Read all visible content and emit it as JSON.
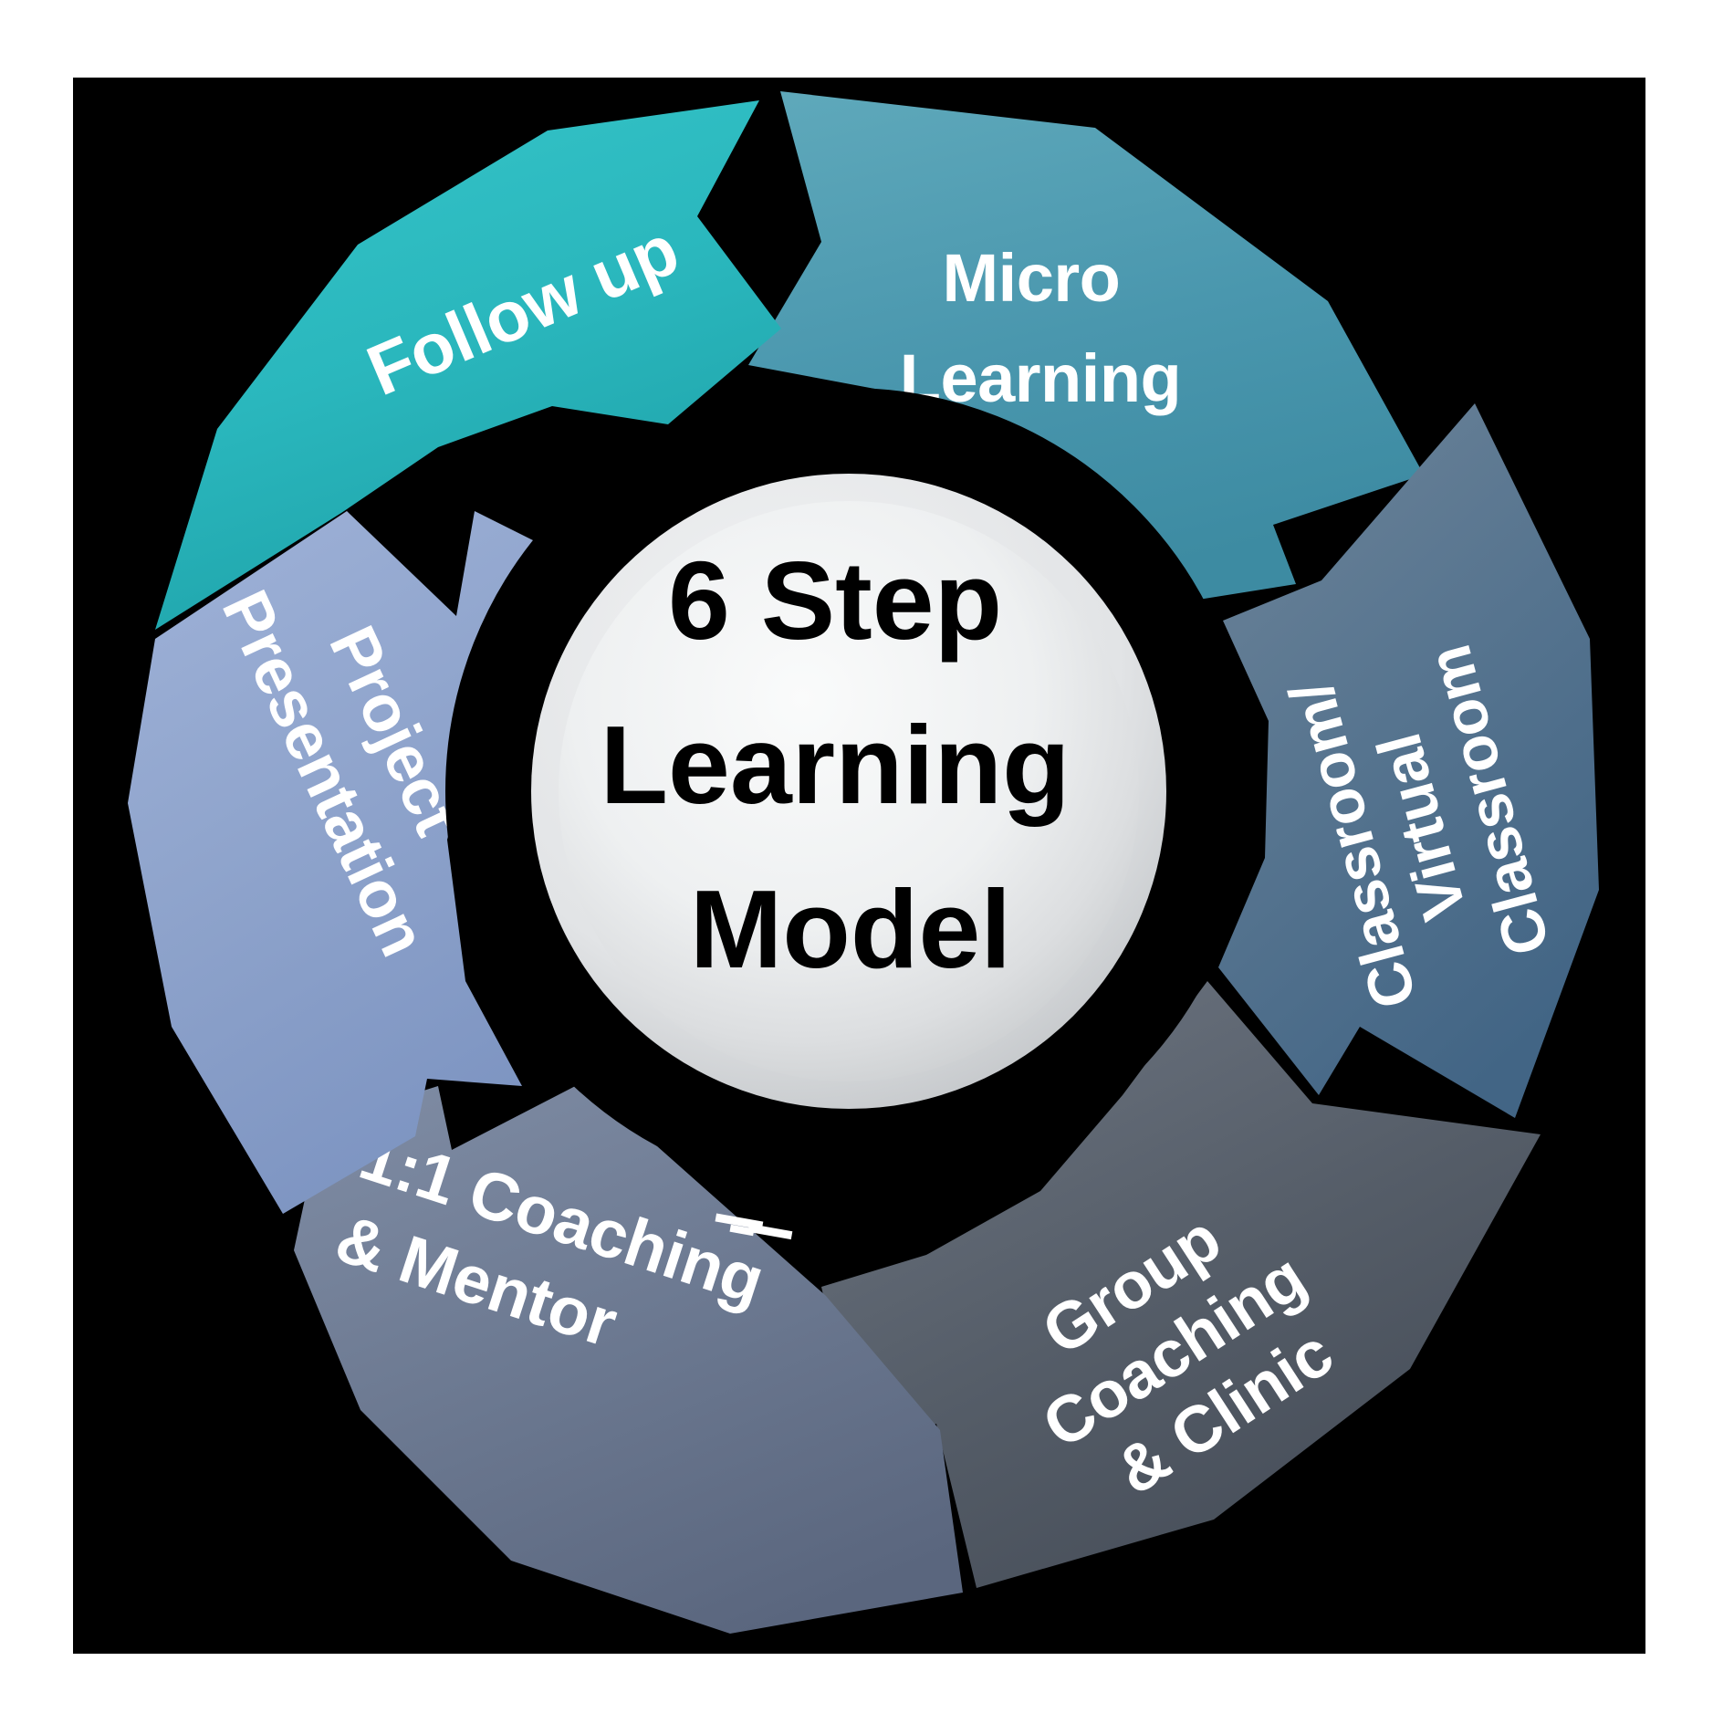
{
  "diagram": {
    "title_line_1": "6  Step",
    "title_line_2": "Learning",
    "title_line_3": "Model",
    "background_color": "#000000",
    "page_color": "#ffffff",
    "center_hub_color": "#e8eaec",
    "ring_color": "#000000",
    "steps": [
      {
        "id": "micro-learning",
        "label_line_1": "Micro",
        "label_line_2": "Learning",
        "color": "#4a97ae",
        "color_light": "#5aa5b8",
        "color_dark": "#3d8ca3",
        "position": "top-right",
        "order": 1
      },
      {
        "id": "classroom-virtual-classroom",
        "label_line_1": "Classroom/",
        "label_line_2": "Virtual",
        "label_line_3": "Classroom",
        "color": "#52728d",
        "color_light": "#6a8296",
        "color_dark": "#446684",
        "position": "right",
        "order": 2
      },
      {
        "id": "group-coaching-clinic",
        "label_line_1": "Group",
        "label_line_2": "Coaching",
        "label_line_3": "& Clinic",
        "color": "#555d68",
        "color_light": "#67707c",
        "color_dark": "#464d57",
        "position": "bottom-right",
        "order": 3
      },
      {
        "id": "one-to-one-coaching-mentor",
        "label_line_1": "1:1 Coaching",
        "label_line_2": "& Mentor",
        "color": "#6b7890",
        "color_light": "#7b88a0",
        "color_dark": "#5b6880",
        "position": "bottom-left",
        "order": 4
      },
      {
        "id": "project-presentation",
        "label_line_1": "Project",
        "label_line_2": "Presentation",
        "color": "#8fa4cc",
        "color_light": "#9db0d6",
        "color_dark": "#8096c0",
        "position": "left",
        "order": 5
      },
      {
        "id": "follow-up",
        "label_line_1": "Follow up",
        "color": "#2ab7bd",
        "color_light": "#35c4c8",
        "color_dark": "#22a8ae",
        "position": "top-left",
        "order": 6
      }
    ],
    "artifact_mark": "small-white-dash"
  }
}
